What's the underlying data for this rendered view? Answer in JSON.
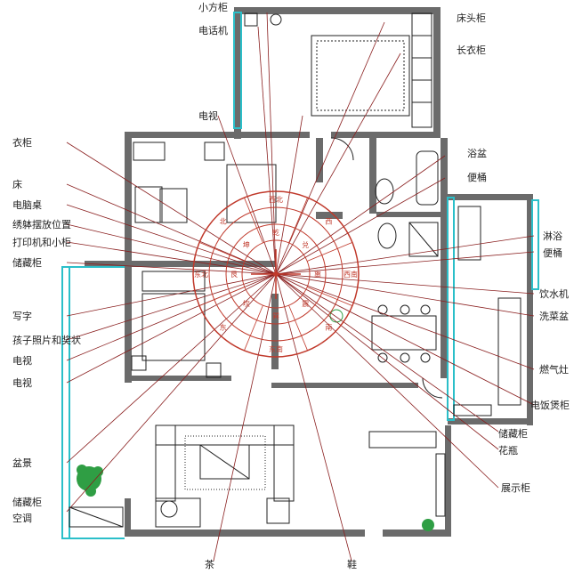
{
  "labels_left": [
    "衣柜",
    "床",
    "电脑桌",
    "绣躰摆放位置",
    "打印机和小柜",
    "储藏柜",
    "写字",
    "孩子照片和奖状",
    "电视",
    "电视",
    "盆景",
    "储藏柜",
    "空调"
  ],
  "labels_right": [
    "床头柜",
    "长衣柜",
    "浴盆",
    "便桶",
    "淋浴",
    "便桶",
    "饮水机",
    "洗菜盆",
    "燃气灶",
    "电饭煲柜",
    "储藏柜",
    "花瓶",
    "展示柜"
  ],
  "labels_top": [
    "小方柜",
    "电话机",
    "电视"
  ],
  "labels_bottom": [
    "茶",
    "鞋"
  ],
  "compass": {
    "inner_trigrams": [
      "乾",
      "兑",
      "离",
      "震",
      "巽",
      "坎",
      "艮",
      "坤"
    ],
    "outer_ring": [
      "西北",
      "西",
      "西南",
      "南",
      "东南",
      "东",
      "东北",
      "北"
    ]
  },
  "colors": {
    "wall": "#6b6b6b",
    "cyan": "#2bbfc9",
    "red": "#c0392b",
    "green": "#2f9e44",
    "ink": "#222222"
  }
}
